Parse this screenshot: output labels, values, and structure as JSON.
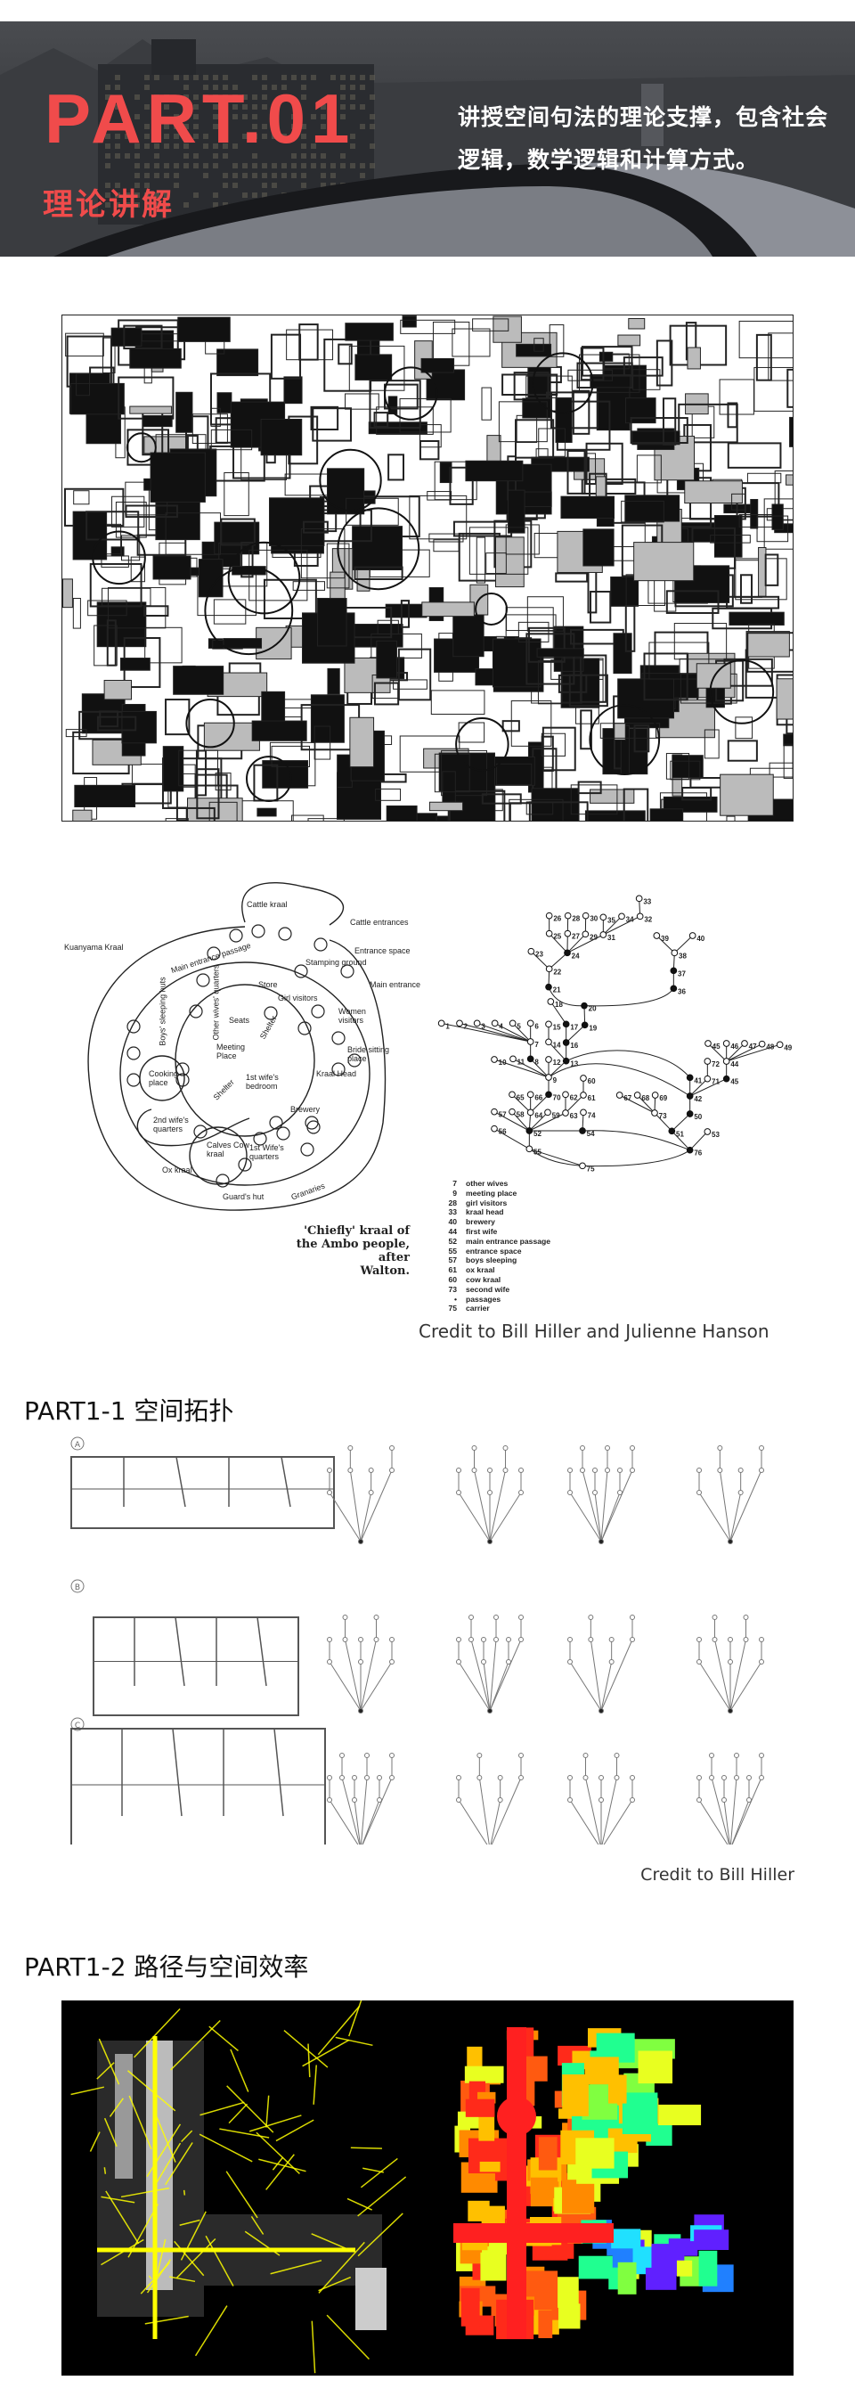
{
  "banner": {
    "title": "PART.01",
    "subtitle": "理论讲解",
    "intro": "讲授空间句法的理论支撑，包含社会逻辑，数学逻辑和计算方式。"
  },
  "kraal": {
    "labels": [
      "Cattle kraal",
      "Cattle entrances",
      "Kuanyama Kraal",
      "Main entrance passage",
      "Entrance space",
      "Stamping ground",
      "Main entrance",
      "Store",
      "Girl visitors",
      "Women visitors",
      "Seats",
      "Shelter",
      "Meeting Place",
      "Boys' sleeping huts",
      "Other wives' quarters",
      "Bride sitting place",
      "Kraal Head",
      "Cooking place",
      "1st wife's bedroom",
      "Shelter",
      "Brewery",
      "2nd wife's quarters",
      "1st Wife's quarters",
      "Calves Cow kraal",
      "Ox kraal",
      "Guard's hut",
      "Granaries"
    ],
    "caption": [
      "'Chiefly' kraal of",
      "the Ambo people, after",
      "Walton."
    ]
  },
  "graph": {
    "nodes": [
      "33",
      "32",
      "26",
      "28",
      "30",
      "35",
      "34",
      "25",
      "27",
      "29",
      "31",
      "24",
      "23",
      "22",
      "21",
      "39",
      "40",
      "38",
      "37",
      "36",
      "20",
      "18",
      "17",
      "19",
      "15",
      "16",
      "14",
      "1",
      "2",
      "3",
      "4",
      "5",
      "6",
      "7",
      "8",
      "10",
      "11",
      "12",
      "13",
      "9",
      "60",
      "70",
      "65",
      "66",
      "62",
      "61",
      "64",
      "57",
      "58",
      "59",
      "63",
      "74",
      "52",
      "54",
      "56",
      "55",
      "75",
      "45",
      "46",
      "47",
      "48",
      "49",
      "44",
      "72",
      "71",
      "41",
      "45",
      "42",
      "67",
      "68",
      "69",
      "73",
      "50",
      "51",
      "53",
      "76"
    ],
    "legend": [
      {
        "num": "7",
        "label": "other wives"
      },
      {
        "num": "9",
        "label": "meeting place"
      },
      {
        "num": "28",
        "label": "girl visitors"
      },
      {
        "num": "33",
        "label": "kraal head"
      },
      {
        "num": "40",
        "label": "brewery"
      },
      {
        "num": "44",
        "label": "first wife"
      },
      {
        "num": "52",
        "label": "main entrance passage"
      },
      {
        "num": "55",
        "label": "entrance space"
      },
      {
        "num": "57",
        "label": "boys sleeping"
      },
      {
        "num": "61",
        "label": "ox kraal"
      },
      {
        "num": "60",
        "label": "cow kraal"
      },
      {
        "num": "73",
        "label": "second wife"
      },
      {
        "num": "•",
        "label": "passages"
      },
      {
        "num": "75",
        "label": "carrier"
      }
    ]
  },
  "credit1": "Credit to Bill Hiller and Julienne Hanson",
  "section1": {
    "title": "PART1-1 空间拓扑",
    "rows": [
      "A",
      "B",
      "C"
    ],
    "credit": "Credit to Bill Hiller"
  },
  "section2": {
    "title": "PART1-2 路径与空间效率"
  },
  "colors": {
    "accent": "#f04b4b",
    "heat_red": "#ff2020",
    "heat_yellow": "#ffff00"
  }
}
